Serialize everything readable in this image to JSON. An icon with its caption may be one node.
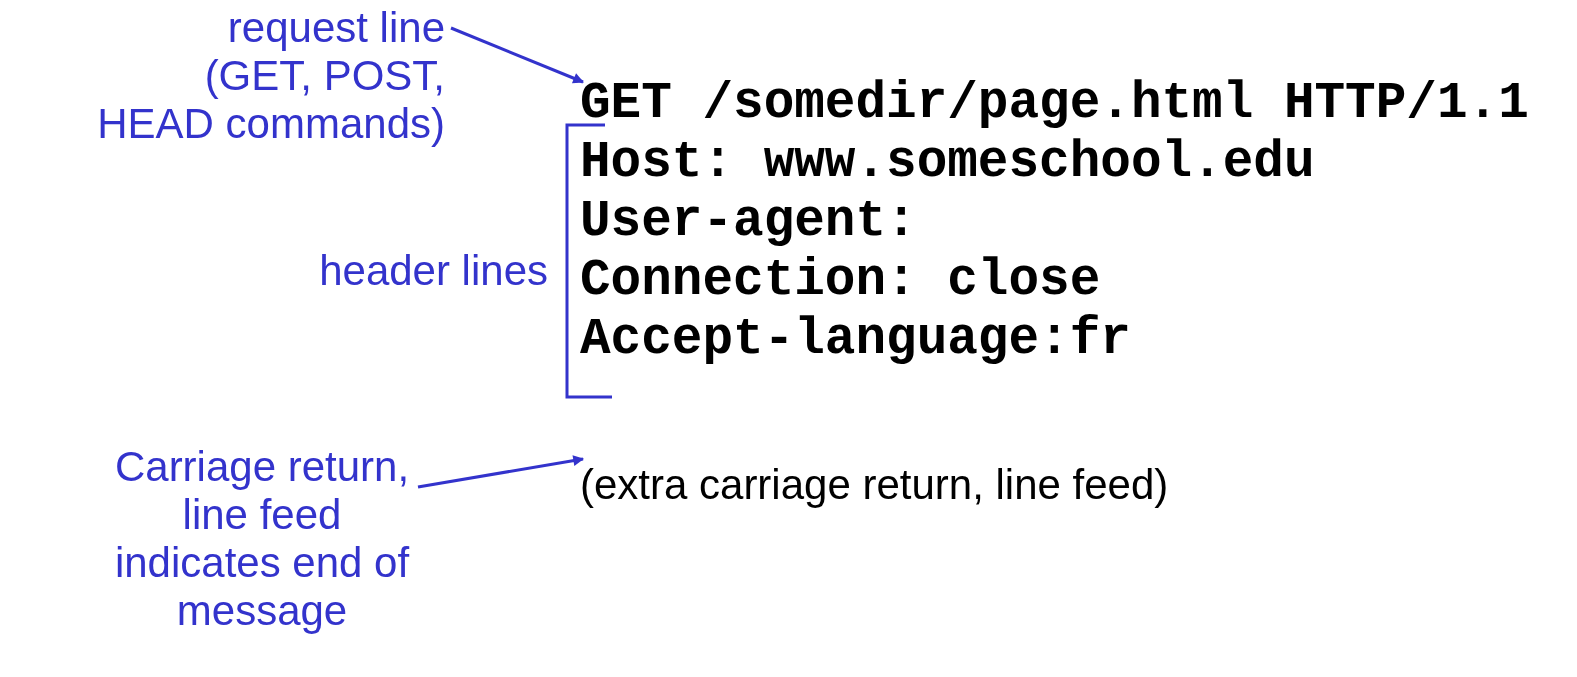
{
  "diagram": {
    "nodes": [
      {
        "text": [
          "request line",
          "(GET, POST, HEAD commands)"
        ]
      },
      {
        "text": [
          "GET /somedir/page.html HTTP/1.1"
        ]
      },
      {
        "text": [
          "Carriage return, line feed indicates end of message"
        ]
      },
      {
        "text": [
          "(extra carriage return, line feed)"
        ]
      }
    ],
    "edges": [
      {
        "from": 0,
        "to": 1,
        "arrow": "to"
      },
      {
        "from": 2,
        "to": 3,
        "arrow": "to"
      }
    ],
    "labels": [
      "header lines",
      "Host: www.someschool.edu",
      "User-agent:",
      "Connection: close",
      "Accept-language:fr"
    ]
  }
}
